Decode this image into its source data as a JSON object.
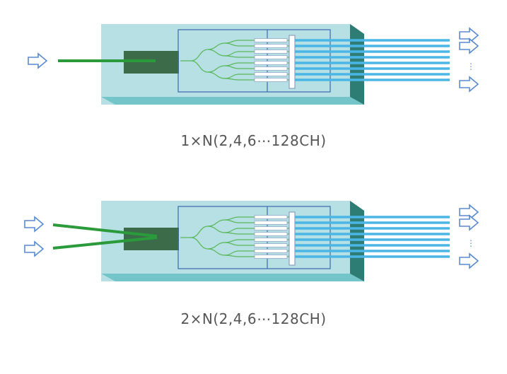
{
  "diagrams": [
    {
      "id": "splitter-1xn",
      "caption": "1×N(2,4,6⋯128CH)",
      "input_count": 1,
      "output_ellipsis": "⋮"
    },
    {
      "id": "splitter-2xn",
      "caption": "2×N(2,4,6⋯128CH)",
      "input_count": 2,
      "output_ellipsis": "⋮"
    }
  ],
  "colors": {
    "chip_top": "#b6e0e4",
    "chip_front": "#6cc2c6",
    "chip_side": "#2e7d74",
    "fiber_block": "#3c6b4a",
    "input_fiber": "#2a9a3a",
    "waveguide": "#5cb85c",
    "outline": "#3a6ab0",
    "output_fiber": "#4ab6e6",
    "arrow": "#5a8ad0"
  },
  "icons": {
    "input_arrow": "hollow-right-arrow",
    "output_arrow": "hollow-right-arrow"
  }
}
